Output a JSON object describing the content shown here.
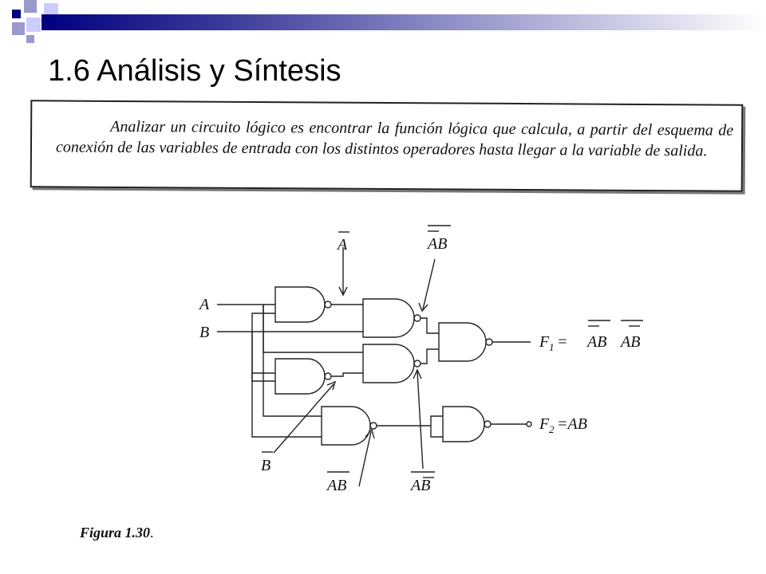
{
  "header": {
    "title": "1.6 Análisis y Síntesis"
  },
  "definition": {
    "text": "Analizar un circuito lógico es encontrar la función lógica que calcula, a partir del esquema de conexión de las variables de entrada con los distintos operadores hasta llegar a la variable de salida."
  },
  "diagram": {
    "input_a": "A",
    "input_b": "B",
    "label_not_a": "A",
    "label_nand_not_a_b": "AB",
    "label_not_b": "B",
    "label_nand_a_b": "AB",
    "label_nand_a_not_b": "AB",
    "output1_name": "F",
    "output1_sub": "1",
    "output1_eq": "=",
    "output1_term1": "AB",
    "output1_term2": "AB",
    "output2_name": "F",
    "output2_sub": "2",
    "output2_eq": "=AB"
  },
  "caption": {
    "label": "Figura 1.30",
    "suffix": "."
  }
}
